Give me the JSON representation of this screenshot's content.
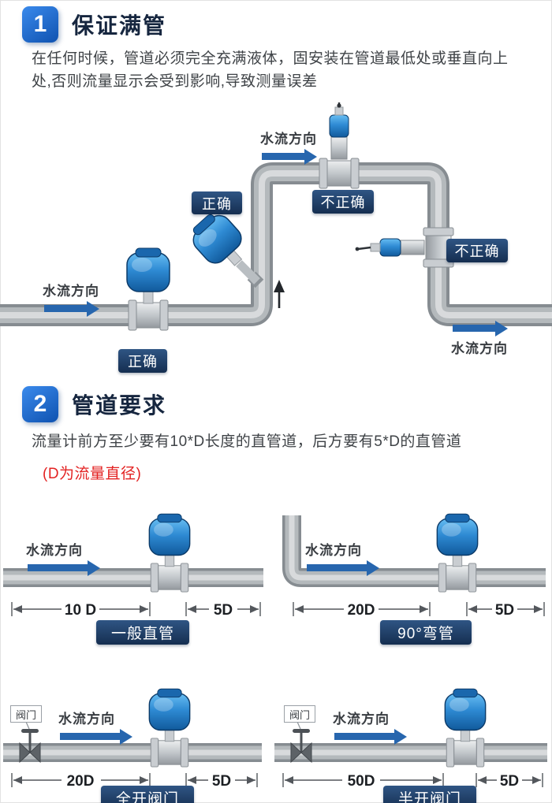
{
  "theme": {
    "accent_blue": "#1f6fd6",
    "badge_navy_top": "#2f5584",
    "badge_navy_bottom": "#152e50",
    "arrow_blue": "#2766ae",
    "red_note": "#e32222",
    "pipe_gray": "#9aa0a5",
    "meter_blue": "#2e8ad3"
  },
  "section1": {
    "number": "1",
    "title": "保证满管",
    "body": "在任何时候，管道必须完全充满液体，固安装在管道最低处或垂直向上处,否则流量显示会受到影响,导致测量误差",
    "flow_top": "水流方向",
    "flow_left": "水流方向",
    "flow_right": "水流方向",
    "label_incorrect_top": "不正确",
    "label_correct_mid": "正确",
    "label_incorrect_right": "不正确",
    "label_correct_left": "正确"
  },
  "section2": {
    "number": "2",
    "title": "管道要求",
    "body": "流量计前方至少要有10*D长度的直管道，后方要有5*D的直管道",
    "note": "(D为流量直径)",
    "diagrams": [
      {
        "caption": "一般直管",
        "flow": "水流方向",
        "dim_before": "10 D",
        "dim_after": "5D"
      },
      {
        "caption": "90°弯管",
        "flow": "水流方向",
        "dim_before": "20D",
        "dim_after": "5D"
      },
      {
        "caption": "全开阀门",
        "flow": "水流方向",
        "dim_before": "20D",
        "dim_after": "5D",
        "valve_label": "阀门"
      },
      {
        "caption": "半开阀门",
        "flow": "水流方向",
        "dim_before": "50D",
        "dim_after": "5D",
        "valve_label": "阀门"
      }
    ]
  }
}
